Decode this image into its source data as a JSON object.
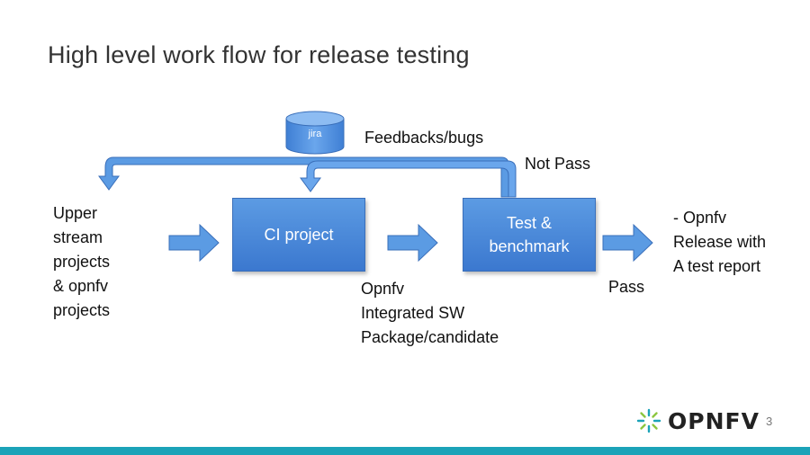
{
  "slide": {
    "title": "High level work flow for release testing",
    "page_number": "3"
  },
  "nodes": {
    "jira": "jira",
    "ci_project": "CI project",
    "test_benchmark": "Test &\nbenchmark"
  },
  "labels": {
    "feedback": "Feedbacks/bugs",
    "not_pass": "Not Pass",
    "upstream": "Upper\nstream\nprojects\n& opnfv\nprojects",
    "integrated": "Opnfv\nIntegrated SW\nPackage/candidate",
    "pass": "Pass",
    "release": "- Opnfv\nRelease with\nA test report"
  },
  "logo": {
    "text": "OPNFV",
    "icon": "opnfv-logo-icon"
  },
  "colors": {
    "box": "#4a86d8",
    "arrow": "#5b9be3",
    "footer_bar": "#1ba3b8"
  }
}
